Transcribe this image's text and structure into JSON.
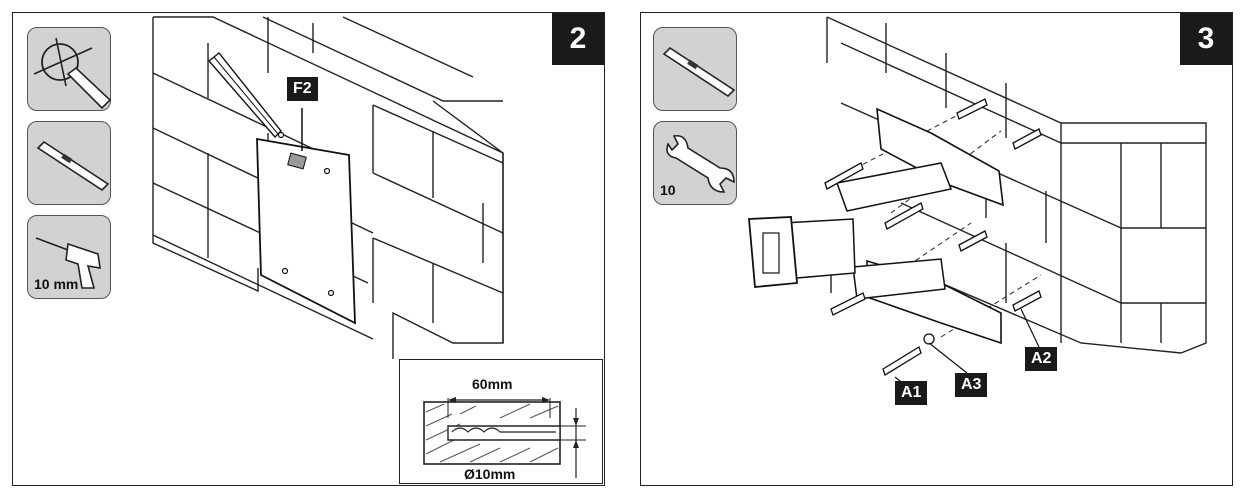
{
  "panel_left": {
    "step_number": "2",
    "drill_label": "10 mm",
    "template_label": "F2",
    "dim_length": "60mm",
    "dim_diameter": "Ø10mm",
    "icons": [
      "pencil-marking-icon",
      "spirit-level-icon",
      "drill-icon"
    ]
  },
  "panel_right": {
    "step_number": "3",
    "wrench_label": "10",
    "part_labels": [
      "A1",
      "A2",
      "A3"
    ],
    "icons": [
      "spirit-level-icon",
      "wrench-icon"
    ]
  }
}
